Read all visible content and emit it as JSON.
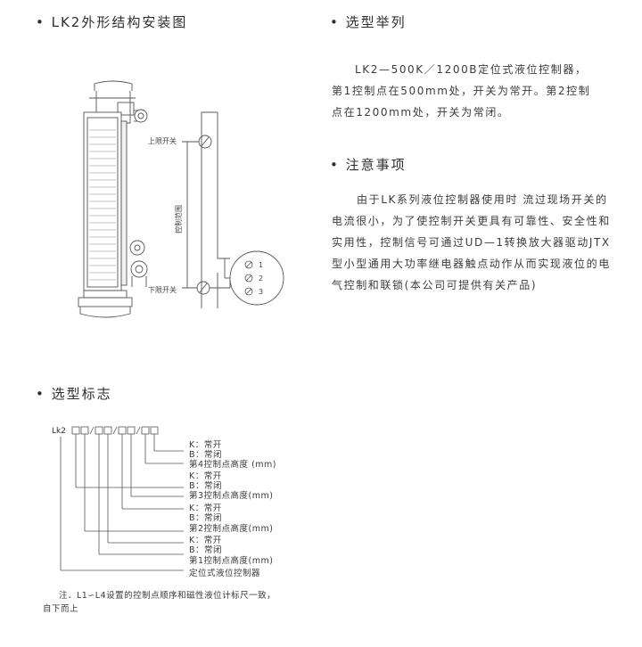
{
  "sections": {
    "install": {
      "title": "• LK2外形结构安装图"
    },
    "example": {
      "title": "• 选型举列",
      "body": "LK2—500K／1200B定位式液位控制器，第1控制点在500mm处，开关为常开。第2控制点在1200mm处，开关为常闭。"
    },
    "notice": {
      "title": "• 注意事项",
      "body": "由于LK系列液位控制器使用时 流过现场开关的电流很小，为了使控制开关更具有可靠性、安全性和实用性，控制信号可通过UD—1转换放大器驱动JTX型小型通用大功率继电器触点动作从而实现液位的电气控制和联锁(本公司可提供有关产品)"
    },
    "code": {
      "title": "• 选型标志"
    }
  },
  "diagram": {
    "upper_switch": "上限开关",
    "lower_switch": "下限开关",
    "control_range": "控制范围",
    "terminals": [
      "1",
      "2",
      "3"
    ]
  },
  "model_code": {
    "prefix": "Lk2",
    "legend": [
      "K：常开",
      "B：常闭",
      "第4控制点高度 (mm)",
      "K：常开",
      "B：常闭",
      "第3控制点高度(mm)",
      "K：常开",
      "B：常闭",
      "第2控制点高度(mm)",
      "K：常开",
      "B：常闭",
      "第1控制点高度(mm)",
      "定位式液位控制器"
    ],
    "note_line1": "注．L1∽L4设置的控制点顺序和磁性液位计标尺一致，",
    "note_line2": "自下而上"
  }
}
